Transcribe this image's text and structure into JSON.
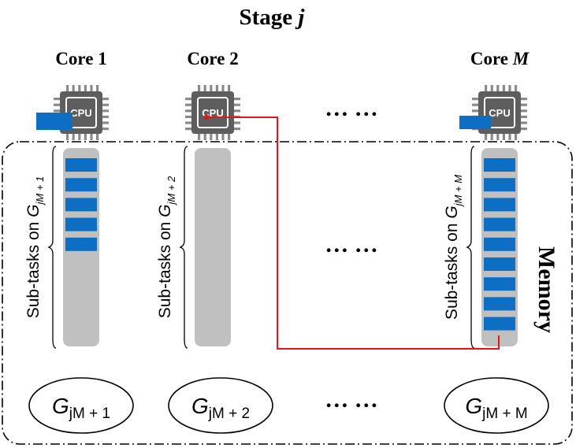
{
  "title": {
    "prefix": "Stage ",
    "var": "j"
  },
  "cores": [
    {
      "prefix": "Core ",
      "var": "",
      "num": "1",
      "chip_text": "CPU",
      "bracket_label": "Sub-tasks on ",
      "g_sub": "jM + 1",
      "group_label": "G",
      "group_sub": "jM + 1",
      "task_count": 5,
      "has_active_task": true
    },
    {
      "prefix": "Core ",
      "var": "",
      "num": "2",
      "chip_text": "CPU",
      "bracket_label": "Sub-tasks on ",
      "g_sub": "jM + 2",
      "group_label": "G",
      "group_sub": "jM + 2",
      "task_count": 0,
      "has_active_task": false
    },
    {
      "prefix": "Core ",
      "var": "M",
      "num": "",
      "chip_text": "CPU",
      "bracket_label": "Sub-tasks on ",
      "g_sub": "jM + M",
      "group_label": "G",
      "group_sub": "jM + M",
      "task_count": 9,
      "has_active_task": true
    }
  ],
  "ellipsis": "… …",
  "memory_label": "Memory",
  "colors": {
    "task": "#0d6fc4",
    "queue": "#c0c0c0",
    "chip_body": "#5e5e5e",
    "chip_pin": "#8a8a8a",
    "arrow": "#e8141c",
    "border": "#000000"
  }
}
